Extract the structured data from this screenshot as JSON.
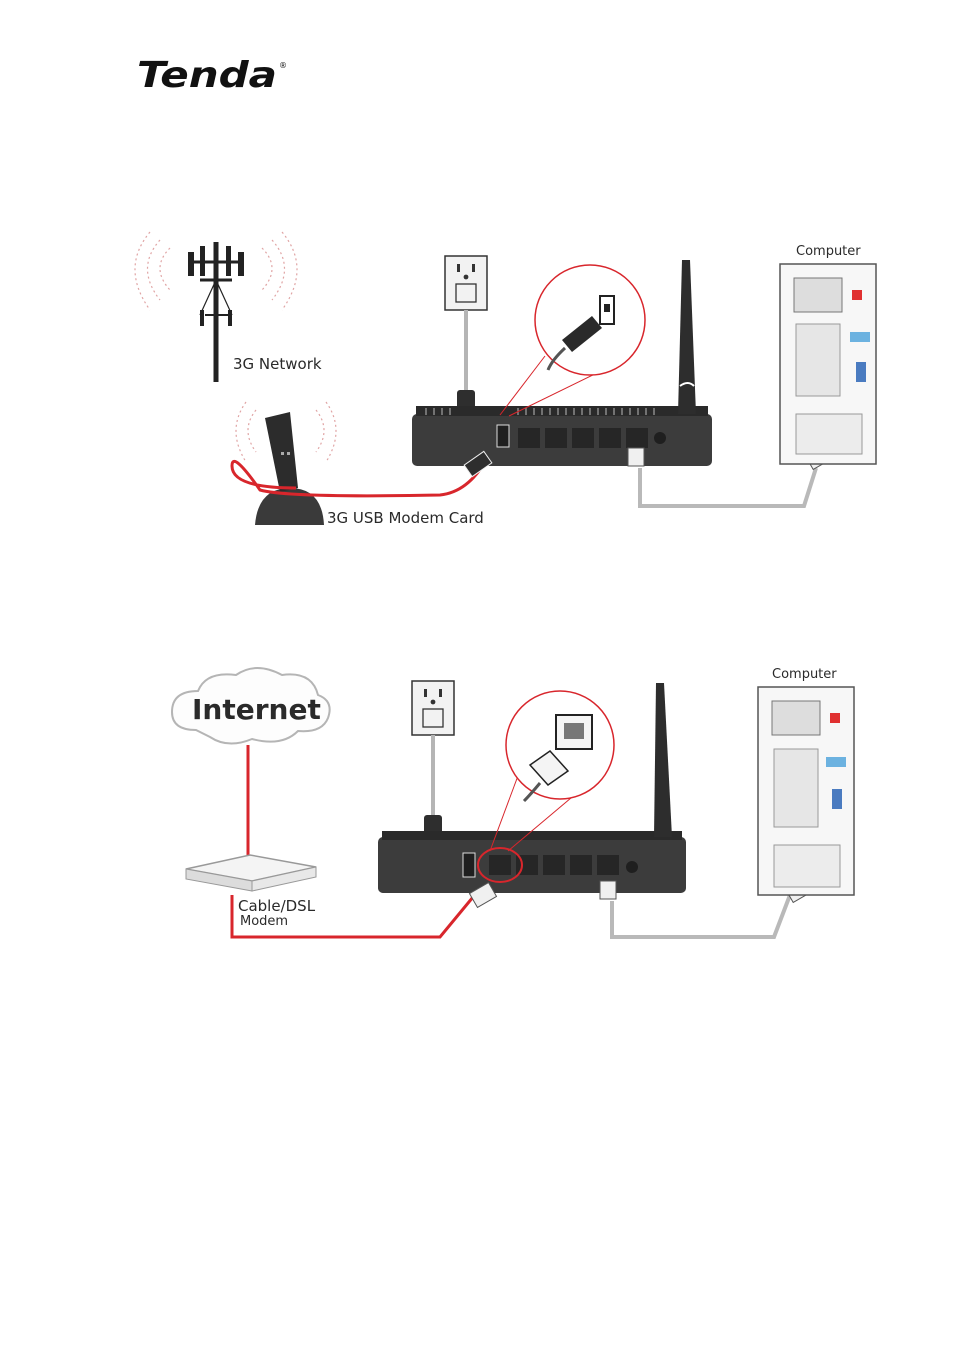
{
  "brand": {
    "logo_text": "Tenda",
    "registered_mark": "®"
  },
  "diagram_3g": {
    "network_label": "3G Network",
    "modem_label": "3G USB Modem Card",
    "computer_label": "Computer"
  },
  "diagram_wan": {
    "cloud_label": "Internet",
    "modem_label_line1": "Cable/DSL",
    "modem_label_line2": "Modem",
    "computer_label": "Computer"
  },
  "colors": {
    "wan_cable": "#d8262c",
    "lan_cable": "#b9b9b9",
    "router_body": "#3c3c3c",
    "router_dark": "#262626",
    "callout_ring": "#d8262c",
    "signal_arcs": "#d9a0a0"
  }
}
